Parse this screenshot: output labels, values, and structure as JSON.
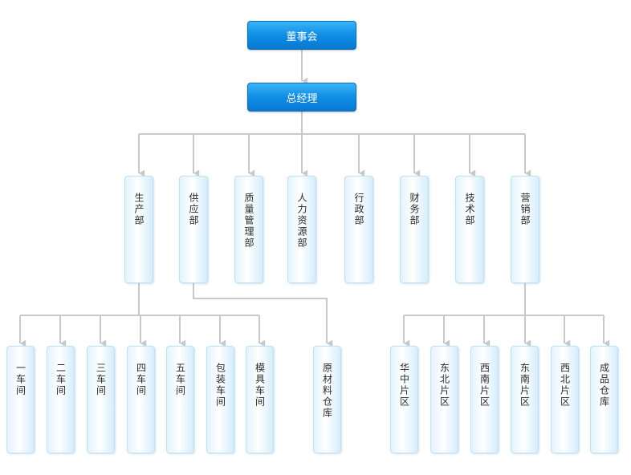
{
  "chart": {
    "root": "董事会",
    "gm": "总经理",
    "departments": [
      "生产部",
      "供应部",
      "质量管理部",
      "人力资源部",
      "行政部",
      "财务部",
      "技术部",
      "营销部"
    ],
    "production_units": [
      "一车间",
      "二车间",
      "三车间",
      "四车间",
      "五车间",
      "包装车间",
      "模具车间"
    ],
    "supply_units": [
      "原材料仓库"
    ],
    "sales_units": [
      "华中片区",
      "东北片区",
      "西南片区",
      "东南片区",
      "西北片区",
      "成品仓库"
    ]
  },
  "colors": {
    "top_box": "#0e8ee6",
    "sub_box": "#e2f3fd",
    "line": "#c8c8c8"
  }
}
